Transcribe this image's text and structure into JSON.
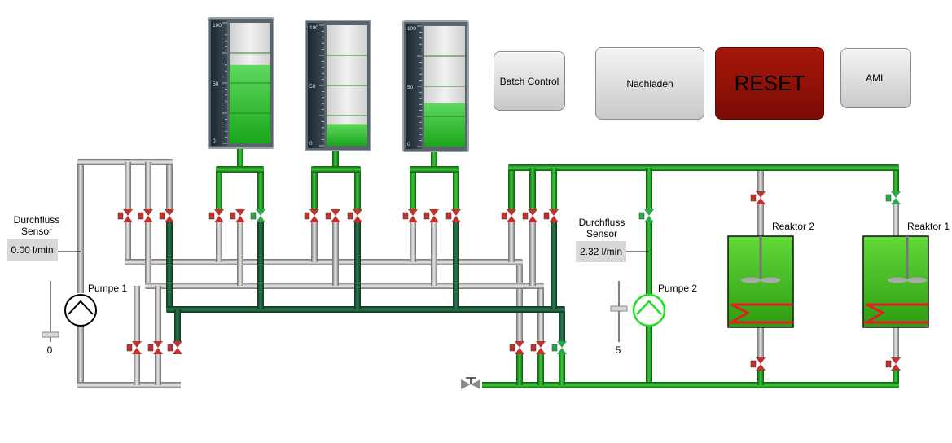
{
  "buttons": {
    "batch_control": "Batch Control",
    "nachladen": "Nachladen",
    "reset": "RESET",
    "aml": "AML"
  },
  "sensors": [
    {
      "title_line1": "Durchfluss",
      "title_line2": "Sensor",
      "value": "0.00 l/min",
      "setpoint": "0"
    },
    {
      "title_line1": "Durchfluss",
      "title_line2": "Sensor",
      "value": "2.32 l/min",
      "setpoint": "5"
    }
  ],
  "pumps": [
    {
      "label": "Pumpe 1",
      "state": "off"
    },
    {
      "label": "Pumpe 2",
      "state": "on"
    }
  ],
  "reactors": [
    {
      "label": "Reaktor 2"
    },
    {
      "label": "Reaktor 1"
    }
  ],
  "tanks": [
    {
      "scale": [
        "100",
        "50",
        "0"
      ],
      "level": 0.65
    },
    {
      "scale": [
        "100",
        "50",
        "0"
      ],
      "level": 0.18
    },
    {
      "scale": [
        "100",
        "50",
        "0"
      ],
      "level": 0.36
    }
  ],
  "colors": {
    "pipe_active": "#1a9e1a",
    "pipe_dark": "#1f5f3c",
    "pipe_idle": "#b8b8b8",
    "valve_closed": "#c0322e",
    "valve_open": "#2aa84a",
    "reset": "#8f1508"
  }
}
